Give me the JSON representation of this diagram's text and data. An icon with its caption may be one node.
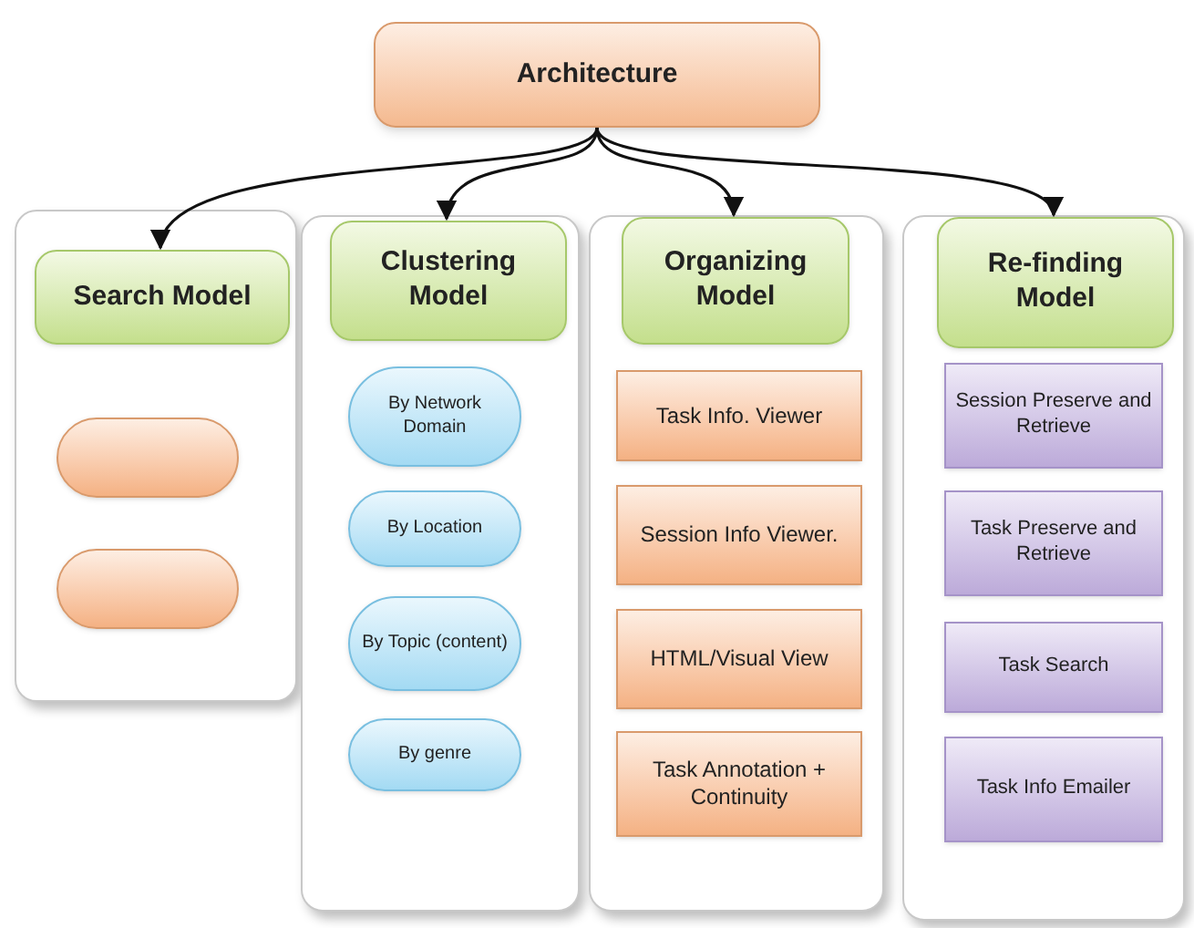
{
  "diagram": {
    "nodes": [
      {
        "text": [
          "Architecture"
        ]
      },
      {
        "text": [],
        "shape": "box"
      },
      {
        "text": [
          "Search Model"
        ],
        "in": 1
      },
      {
        "text": [],
        "shape": "ellipse",
        "in": 1
      },
      {
        "text": [],
        "shape": "ellipse",
        "in": 1
      },
      {
        "text": [],
        "shape": "box"
      },
      {
        "text": [
          "Clustering Model"
        ],
        "in": 5
      },
      {
        "text": [
          "By Network Domain"
        ],
        "in": 5
      },
      {
        "text": [
          "By Location"
        ],
        "in": 5
      },
      {
        "text": [
          "By Topic (content)"
        ],
        "in": 5
      },
      {
        "text": [
          "By genre"
        ],
        "in": 5
      },
      {
        "text": [],
        "shape": "box"
      },
      {
        "text": [
          "Organizing Model"
        ],
        "in": 11
      },
      {
        "text": [
          "Task Info. Viewer"
        ],
        "in": 11
      },
      {
        "text": [
          "Session Info Viewer."
        ],
        "in": 11
      },
      {
        "text": [
          "HTML/Visual View"
        ],
        "in": 11
      },
      {
        "text": [
          "Task Annotation + Continuity"
        ],
        "in": 11
      },
      {
        "text": [],
        "shape": "box"
      },
      {
        "text": [
          "Re-finding Model"
        ],
        "in": 17
      },
      {
        "text": [
          "Session Preserve and Retrieve"
        ],
        "in": 17
      },
      {
        "text": [
          "Task Preserve and Retrieve"
        ],
        "in": 17
      },
      {
        "text": [
          "Task Search"
        ],
        "in": 17
      },
      {
        "text": [
          "Task Info Emailer"
        ],
        "in": 17
      }
    ],
    "edges": [
      {
        "from": 0,
        "to": 2,
        "arrow": "to"
      },
      {
        "from": 0,
        "to": 6,
        "arrow": "to"
      },
      {
        "from": 0,
        "to": 12,
        "arrow": "to"
      },
      {
        "from": 0,
        "to": 18,
        "arrow": "to"
      }
    ]
  }
}
